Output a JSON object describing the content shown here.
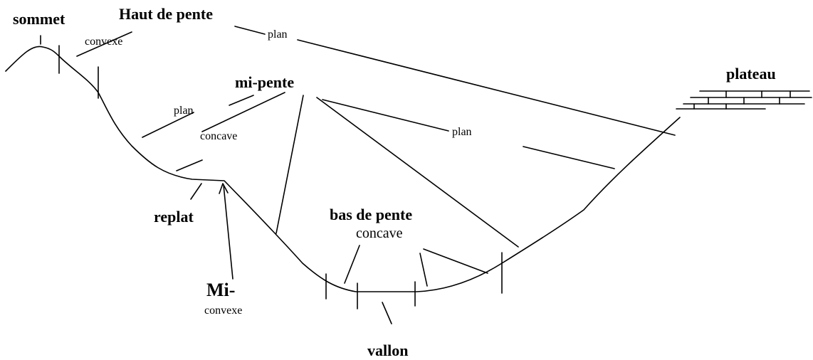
{
  "labels": {
    "sommet": "sommet",
    "haut_de_pente": "Haut de pente",
    "convexe_top": "convexe",
    "plan_top": "plan",
    "plateau": "plateau",
    "mi_pente": "mi-pente",
    "plan_left": "plan",
    "concave_mid": "concave",
    "plan_right": "plan",
    "replat": "replat",
    "bas_de_pente": "bas de pente",
    "concave_low": "concave",
    "mi_prefix": "Mi-",
    "convexe_low": "convexe",
    "vallon": "vallon"
  }
}
